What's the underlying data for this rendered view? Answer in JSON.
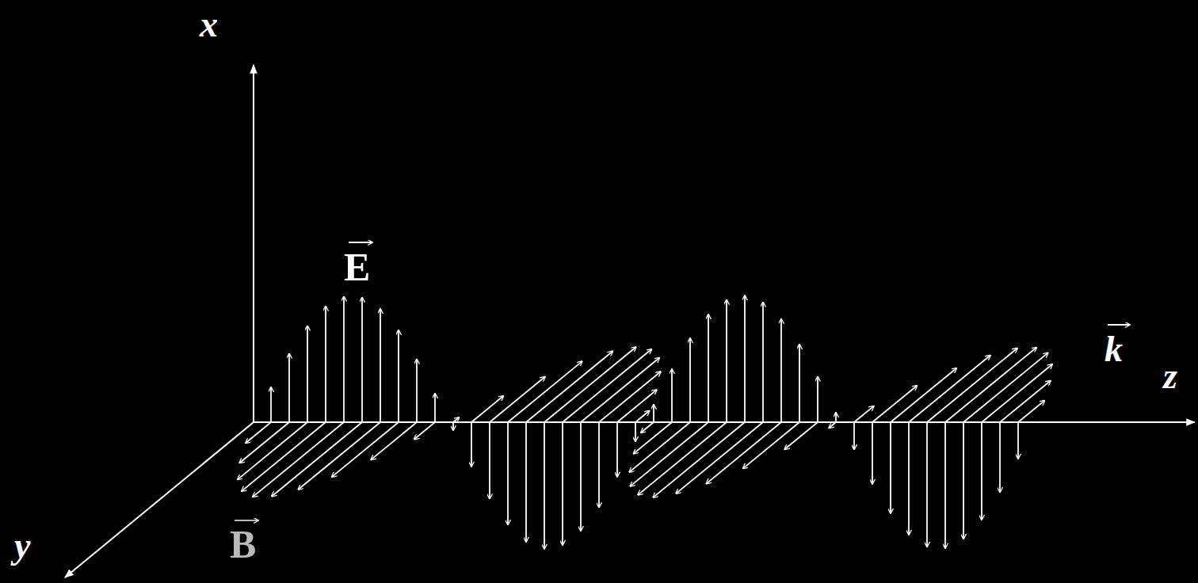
{
  "diagram": {
    "labels": [
      "x",
      "y",
      "z",
      "E",
      "B",
      "k"
    ]
  }
}
